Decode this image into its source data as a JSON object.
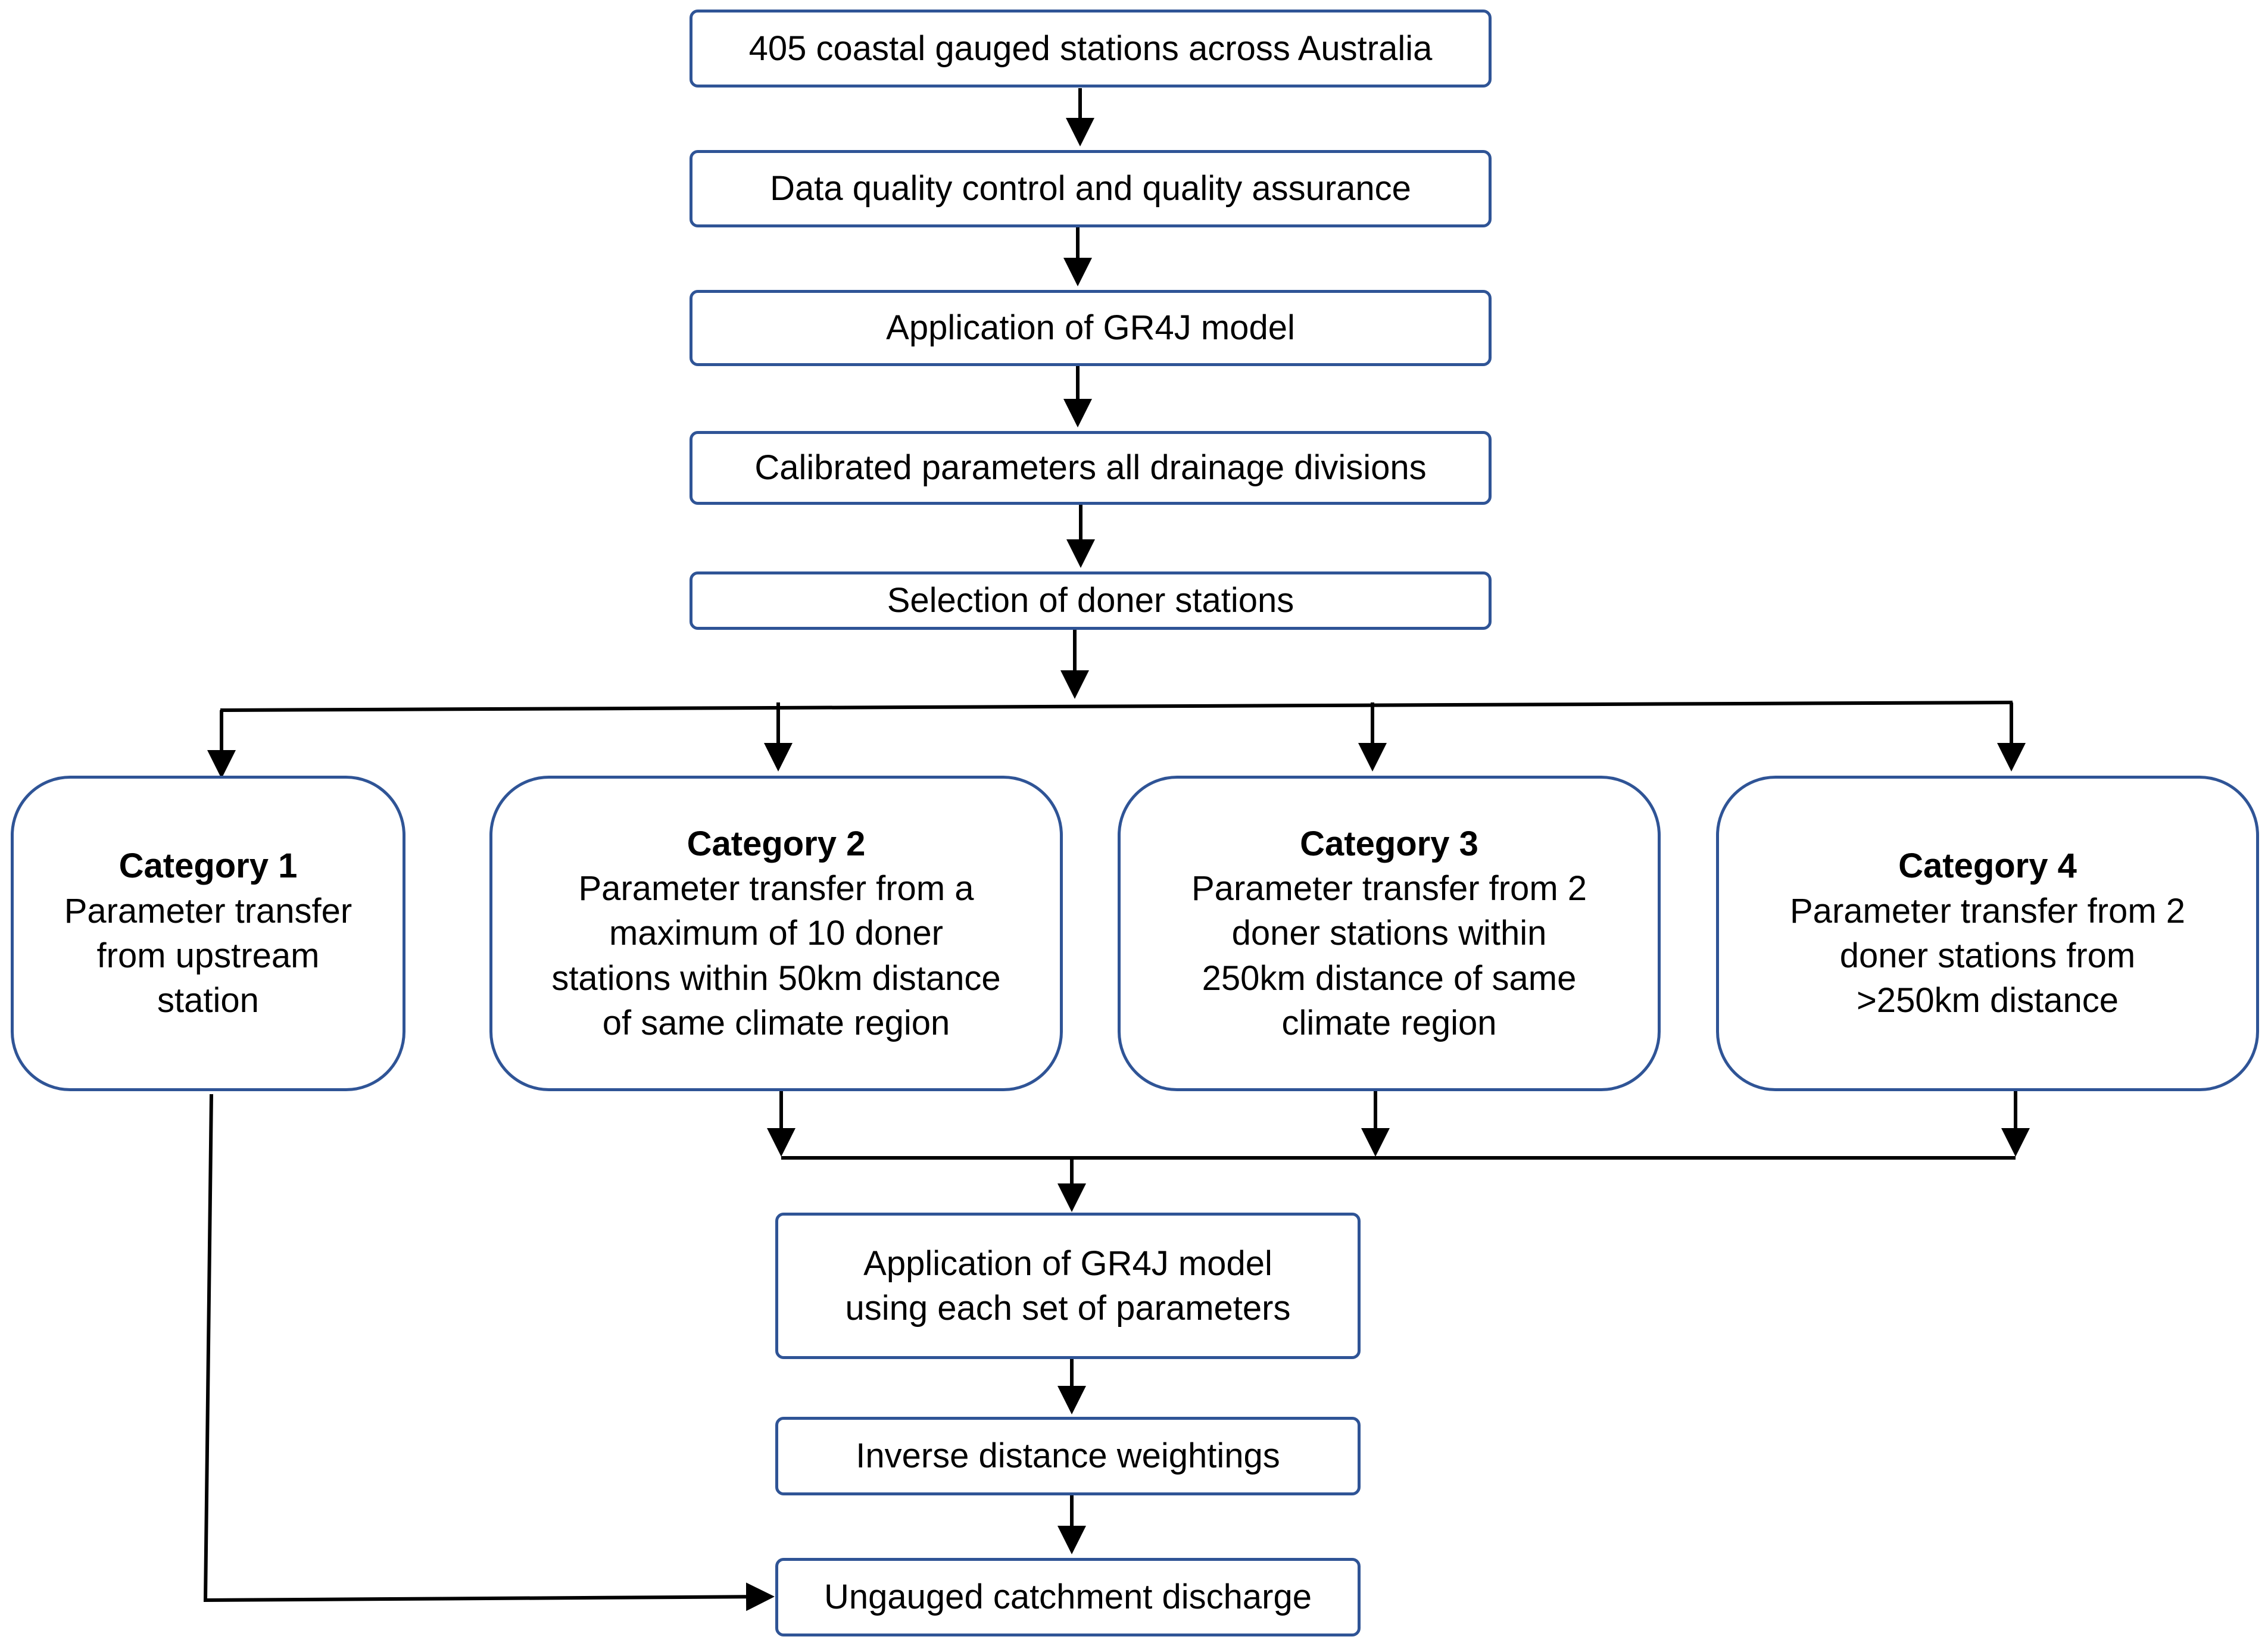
{
  "flow_boxes": {
    "stations": "405 coastal gauged stations across Australia",
    "quality": "Data quality control and quality assurance",
    "gr4j": "Application of GR4J model",
    "calibrated": "Calibrated parameters all drainage divisions",
    "selection": "Selection of doner stations",
    "gr4j_each": "Application of GR4J model\nusing each set of parameters",
    "idw": "Inverse distance weightings",
    "discharge": "Ungauged catchment discharge"
  },
  "categories": [
    {
      "title": "Category 1",
      "description": "Parameter transfer\nfrom upstream\nstation"
    },
    {
      "title": "Category 2",
      "description": "Parameter transfer from a\nmaximum of 10 doner\nstations within 50km distance\nof same climate region"
    },
    {
      "title": "Category 3",
      "description": "Parameter transfer from 2\ndoner stations within\n250km distance of same\nclimate region"
    },
    {
      "title": "Category 4",
      "description": "Parameter transfer from 2\ndoner stations from\n>250km distance"
    }
  ],
  "colors": {
    "box_border": "#2f5496",
    "connector": "#000000"
  }
}
